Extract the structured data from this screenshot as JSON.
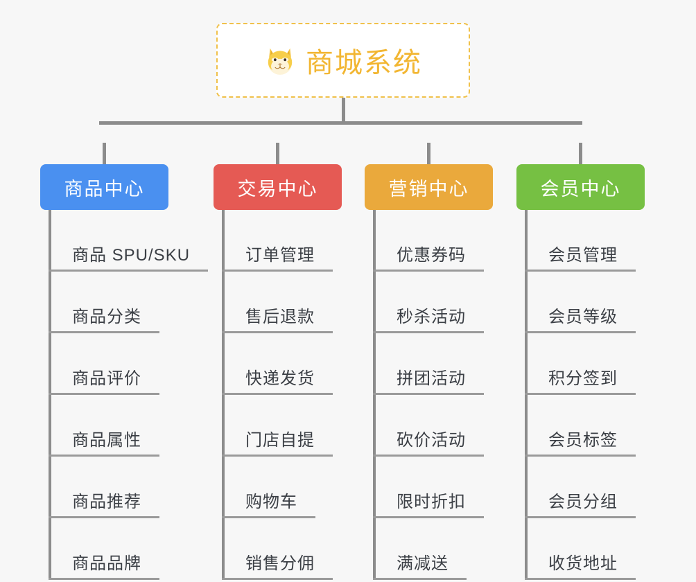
{
  "page": {
    "background_color": "#f7f7f7",
    "line_color": "#8c8c8c"
  },
  "root": {
    "title": "商城系统",
    "icon": "shiba-dog-face-emoji",
    "border_color": "#f0c14b",
    "title_color": "#f2b632",
    "background_color": "#ffffff"
  },
  "categories": [
    {
      "label": "商品中心",
      "color": "#4a90f0",
      "items": [
        "商品 SPU/SKU",
        "商品分类",
        "商品评价",
        "商品属性",
        "商品推荐",
        "商品品牌"
      ]
    },
    {
      "label": "交易中心",
      "color": "#e55a54",
      "items": [
        "订单管理",
        "售后退款",
        "快递发货",
        "门店自提",
        "购物车",
        "销售分佣"
      ]
    },
    {
      "label": "营销中心",
      "color": "#eaa93c",
      "items": [
        "优惠券码",
        "秒杀活动",
        "拼团活动",
        "砍价活动",
        "限时折扣",
        "满减送"
      ]
    },
    {
      "label": "会员中心",
      "color": "#76c043",
      "items": [
        "会员管理",
        "会员等级",
        "积分签到",
        "会员标签",
        "会员分组",
        "收货地址"
      ]
    }
  ]
}
